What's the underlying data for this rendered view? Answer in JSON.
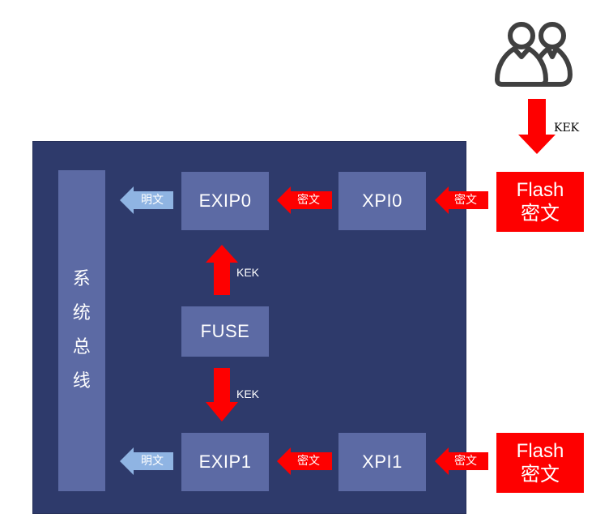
{
  "colors": {
    "soc_background": "#2e3a6b",
    "block_fill": "#5c6aa4",
    "cipher_red": "#fe0000",
    "plain_blue": "#8fb4e3",
    "text_white": "#ffffff"
  },
  "icons": {
    "users": "users-icon"
  },
  "system_bus": [
    "系",
    "统",
    "总",
    "线"
  ],
  "blocks": {
    "exip0": "EXIP0",
    "xpi0": "XPI0",
    "fuse": "FUSE",
    "exip1": "EXIP1",
    "xpi1": "XPI1"
  },
  "flash_top": {
    "line1": "Flash",
    "line2": "密文"
  },
  "flash_bottom": {
    "line1": "Flash",
    "line2": "密文"
  },
  "arrows": {
    "plain_top": "明文",
    "cipher_top_inner": "密文",
    "cipher_top_outer": "密文",
    "plain_bottom": "明文",
    "cipher_bottom_inner": "密文",
    "cipher_bottom_outer": "密文"
  },
  "kek": {
    "user": "KEK",
    "fuse_up": "KEK",
    "fuse_down": "KEK"
  }
}
